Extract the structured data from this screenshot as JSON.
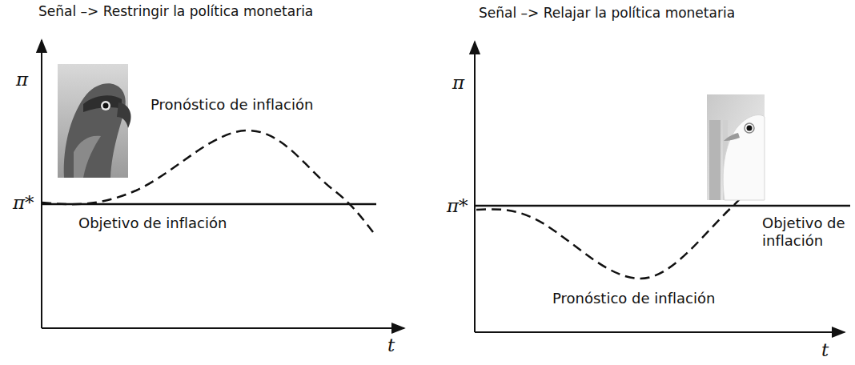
{
  "diagram": {
    "labels": [
      "Señal –> Restringir la política monetaria",
      "π",
      "Pronóstico de inflación",
      "π*",
      "Objetivo de inflación",
      "t",
      "Señal –> Relajar la política monetaria",
      "π",
      "π*",
      "Objetivo de inflación",
      "Pronóstico de inflación",
      "t"
    ]
  }
}
